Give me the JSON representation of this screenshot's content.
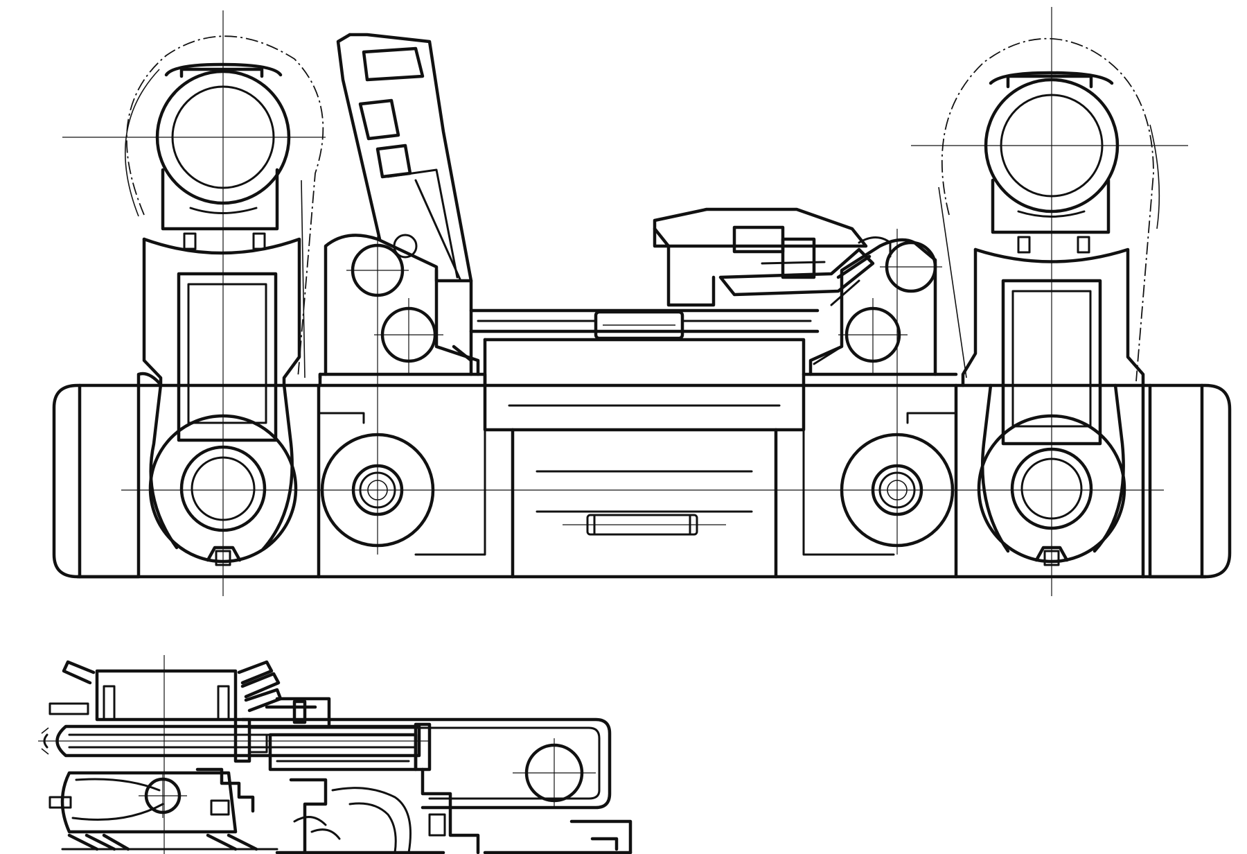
{
  "drawing": {
    "views": [
      {
        "id": "front-view",
        "kind": "elevation"
      },
      {
        "id": "side-view",
        "kind": "side elevation"
      }
    ],
    "line_color": "#111111",
    "background_color": "#ffffff"
  }
}
